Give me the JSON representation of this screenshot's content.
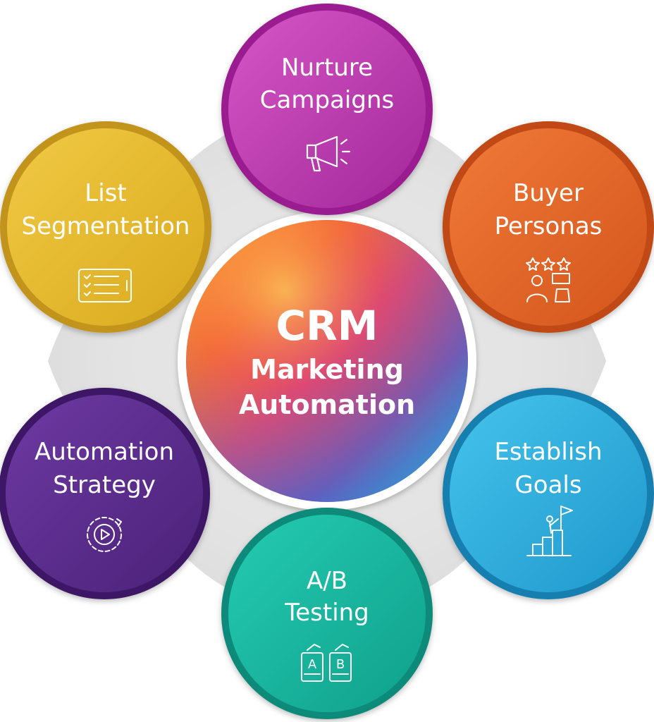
{
  "center": {
    "line1": "CRM",
    "line2": "Marketing",
    "line3": "Automation"
  },
  "nodes": [
    {
      "id": "nurture",
      "line1": "Nurture",
      "line2": "Campaigns",
      "icon": "megaphone-icon",
      "color": "#c23fb0"
    },
    {
      "id": "buyer",
      "line1": "Buyer",
      "line2": "Personas",
      "icon": "persona-icon",
      "color": "#e5672a"
    },
    {
      "id": "goals",
      "line1": "Establish",
      "line2": "Goals",
      "icon": "goal-flag-icon",
      "color": "#2ab1df"
    },
    {
      "id": "ab",
      "line1": "A/B",
      "line2": "Testing",
      "icon": "ab-test-icon",
      "color": "#17b9a2"
    },
    {
      "id": "strategy",
      "line1": "Automation",
      "line2": "Strategy",
      "icon": "gear-play-icon",
      "color": "#5b2d8e"
    },
    {
      "id": "list",
      "line1": "List",
      "line2": "Segmentation",
      "icon": "checklist-icon",
      "color": "#e8bd2e"
    }
  ]
}
